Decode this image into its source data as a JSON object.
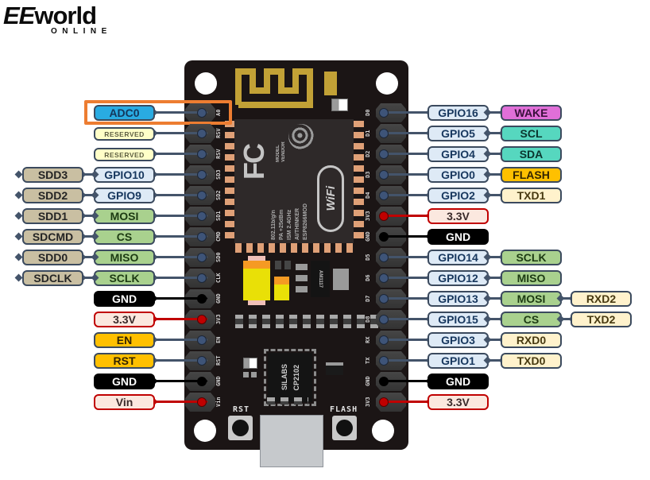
{
  "logo": {
    "main_italic": "EE",
    "main_rest": "world",
    "sub": "ONLINE"
  },
  "highlight": {
    "color": "#ED7D31",
    "target": "ADC0"
  },
  "categories": {
    "adc": {
      "bg": "#29ABE2",
      "border": "#3B4A5E",
      "text": "#14365A"
    },
    "reserved": {
      "bg": "#FFFFC8",
      "border": "#3B4A5E",
      "text": "#5E5E42"
    },
    "sd": {
      "bg": "#C9BFA2",
      "border": "#3B4A5E",
      "text": "#242424"
    },
    "gpio": {
      "bg": "#DEEAF6",
      "border": "#3B4A5E",
      "text": "#17375E"
    },
    "spi": {
      "bg": "#A9D18E",
      "border": "#3B4A5E",
      "text": "#1C3A12"
    },
    "gnd": {
      "bg": "#000000",
      "border": "#000000",
      "text": "#FFFFFF"
    },
    "power": {
      "bg": "#FBE8DF",
      "border": "#C00000",
      "text": "#3A2A2A"
    },
    "ctrl": {
      "bg": "#FFC000",
      "border": "#3B4A5E",
      "text": "#332400"
    },
    "wake": {
      "bg": "#E06FD8",
      "border": "#3B4A5E",
      "text": "#38103A"
    },
    "i2c": {
      "bg": "#56D7BF",
      "border": "#3B4A5E",
      "text": "#0B352E"
    },
    "uart": {
      "bg": "#FFF2CC",
      "border": "#3B4A5E",
      "text": "#463910"
    }
  },
  "line_colors": {
    "normal": "#44546A",
    "gnd": "#000000",
    "power": "#C00000"
  },
  "dot_colors": {
    "normal": "#3E5478",
    "gnd": "#000000",
    "power": "#C00000"
  },
  "pins": {
    "left": [
      {
        "silk": "A0",
        "line": "normal",
        "labels": [
          {
            "text": "ADC0",
            "cat": "adc"
          }
        ],
        "highlight": true
      },
      {
        "silk": "RSV",
        "line": "normal",
        "labels": [
          {
            "text": "RESERVED",
            "cat": "reserved"
          }
        ]
      },
      {
        "silk": "RSV",
        "line": "normal",
        "labels": [
          {
            "text": "RESERVED",
            "cat": "reserved"
          }
        ]
      },
      {
        "silk": "SD3",
        "line": "normal",
        "labels": [
          {
            "text": "GPIO10",
            "cat": "gpio"
          },
          {
            "text": "SDD3",
            "cat": "sd"
          }
        ]
      },
      {
        "silk": "SD2",
        "line": "normal",
        "labels": [
          {
            "text": "GPIO9",
            "cat": "gpio"
          },
          {
            "text": "SDD2",
            "cat": "sd"
          }
        ]
      },
      {
        "silk": "SD1",
        "line": "normal",
        "labels": [
          {
            "text": "MOSI",
            "cat": "spi"
          },
          {
            "text": "SDD1",
            "cat": "sd"
          }
        ]
      },
      {
        "silk": "CMD",
        "line": "normal",
        "labels": [
          {
            "text": "CS",
            "cat": "spi"
          },
          {
            "text": "SDCMD",
            "cat": "sd"
          }
        ]
      },
      {
        "silk": "SD0",
        "line": "normal",
        "labels": [
          {
            "text": "MISO",
            "cat": "spi"
          },
          {
            "text": "SDD0",
            "cat": "sd"
          }
        ]
      },
      {
        "silk": "CLK",
        "line": "normal",
        "labels": [
          {
            "text": "SCLK",
            "cat": "spi"
          },
          {
            "text": "SDCLK",
            "cat": "sd"
          }
        ]
      },
      {
        "silk": "GND",
        "line": "gnd",
        "labels": [
          {
            "text": "GND",
            "cat": "gnd"
          }
        ]
      },
      {
        "silk": "3V3",
        "line": "power",
        "labels": [
          {
            "text": "3.3V",
            "cat": "power"
          }
        ]
      },
      {
        "silk": "EN",
        "line": "normal",
        "labels": [
          {
            "text": "EN",
            "cat": "ctrl"
          }
        ]
      },
      {
        "silk": "RST",
        "line": "normal",
        "labels": [
          {
            "text": "RST",
            "cat": "ctrl"
          }
        ]
      },
      {
        "silk": "GND",
        "line": "gnd",
        "labels": [
          {
            "text": "GND",
            "cat": "gnd"
          }
        ]
      },
      {
        "silk": "Vin",
        "line": "power",
        "labels": [
          {
            "text": "Vin",
            "cat": "power"
          }
        ]
      }
    ],
    "right": [
      {
        "silk": "D0",
        "line": "normal",
        "labels": [
          {
            "text": "GPIO16",
            "cat": "gpio"
          },
          {
            "text": "WAKE",
            "cat": "wake"
          }
        ]
      },
      {
        "silk": "D1",
        "line": "normal",
        "labels": [
          {
            "text": "GPIO5",
            "cat": "gpio"
          },
          {
            "text": "SCL",
            "cat": "i2c"
          }
        ]
      },
      {
        "silk": "D2",
        "line": "normal",
        "labels": [
          {
            "text": "GPIO4",
            "cat": "gpio"
          },
          {
            "text": "SDA",
            "cat": "i2c"
          }
        ]
      },
      {
        "silk": "D3",
        "line": "normal",
        "labels": [
          {
            "text": "GPIO0",
            "cat": "gpio"
          },
          {
            "text": "FLASH",
            "cat": "ctrl"
          }
        ]
      },
      {
        "silk": "D4",
        "line": "normal",
        "labels": [
          {
            "text": "GPIO2",
            "cat": "gpio"
          },
          {
            "text": "TXD1",
            "cat": "uart"
          }
        ]
      },
      {
        "silk": "3V3",
        "line": "power",
        "labels": [
          {
            "text": "3.3V",
            "cat": "power"
          }
        ]
      },
      {
        "silk": "GND",
        "line": "gnd",
        "labels": [
          {
            "text": "GND",
            "cat": "gnd"
          }
        ]
      },
      {
        "silk": "D5",
        "line": "normal",
        "labels": [
          {
            "text": "GPIO14",
            "cat": "gpio"
          },
          {
            "text": "SCLK",
            "cat": "spi"
          }
        ]
      },
      {
        "silk": "D6",
        "line": "normal",
        "labels": [
          {
            "text": "GPIO12",
            "cat": "gpio"
          },
          {
            "text": "MISO",
            "cat": "spi"
          }
        ]
      },
      {
        "silk": "D7",
        "line": "normal",
        "labels": [
          {
            "text": "GPIO13",
            "cat": "gpio"
          },
          {
            "text": "MOSI",
            "cat": "spi"
          },
          {
            "text": "RXD2",
            "cat": "uart"
          }
        ]
      },
      {
        "silk": "D8",
        "line": "normal",
        "labels": [
          {
            "text": "GPIO15",
            "cat": "gpio"
          },
          {
            "text": "CS",
            "cat": "spi"
          },
          {
            "text": "TXD2",
            "cat": "uart"
          }
        ]
      },
      {
        "silk": "RX",
        "line": "normal",
        "labels": [
          {
            "text": "GPIO3",
            "cat": "gpio"
          },
          {
            "text": "RXD0",
            "cat": "uart"
          }
        ]
      },
      {
        "silk": "TX",
        "line": "normal",
        "labels": [
          {
            "text": "GPIO1",
            "cat": "gpio"
          },
          {
            "text": "TXD0",
            "cat": "uart"
          }
        ]
      },
      {
        "silk": "GND",
        "line": "gnd",
        "labels": [
          {
            "text": "GND",
            "cat": "gnd"
          }
        ]
      },
      {
        "silk": "3V3",
        "line": "power",
        "labels": [
          {
            "text": "3.3V",
            "cat": "power"
          }
        ]
      }
    ]
  },
  "board": {
    "module": {
      "fcc": "FC",
      "model": "MODEL",
      "vendor": "VENDOR",
      "wifi": "WiFi",
      "lines": [
        "ESP8266MOD",
        "AI/THINKER",
        "ISM 2.4GHz",
        "PA +25dBm",
        "802.11b/g/n"
      ]
    },
    "regulator": "AM1117",
    "usb_chip": [
      "SILABS",
      "CP2102"
    ],
    "rst_button": "RST",
    "flash_button": "FLASH"
  }
}
